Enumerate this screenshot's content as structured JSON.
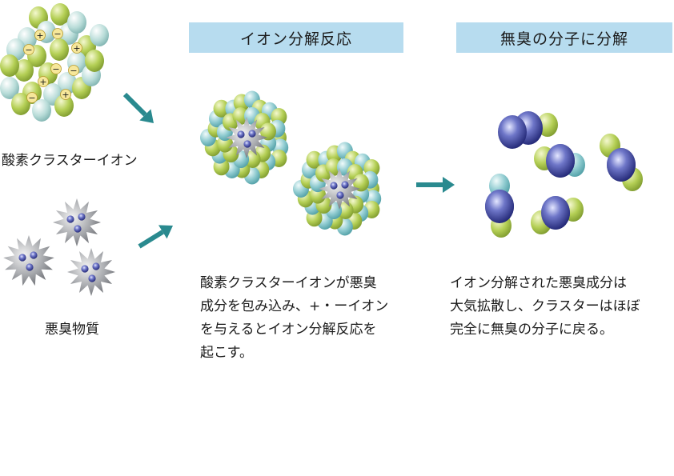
{
  "headers": {
    "ion_decomposition": "イオン分解反応",
    "odorless_decomposition": "無臭の分子に分解"
  },
  "labels": {
    "oxygen_cluster_ion": "酸素クラスターイオン",
    "malodorous_substance": "悪臭物質"
  },
  "descriptions": {
    "reaction": "酸素クラスターイオンが悪臭\n成分を包み込み、+・ーイオン\nを与えるとイオン分解反応を\n起こす。",
    "result": "イオン分解された悪臭成分は\n大気拡散し、クラスターはほぼ\n完全に無臭の分子に戻る。"
  },
  "ion_signs": {
    "plus": "+",
    "minus": "−"
  },
  "colors": {
    "header_bg": "#b7dcef",
    "arrow": "#2a8a8f",
    "green_sphere": "#b4cf55",
    "teal_sphere": "#8fcbd0",
    "navy_sphere": "#2e3590",
    "gray_particle": "#9a9ca0"
  }
}
